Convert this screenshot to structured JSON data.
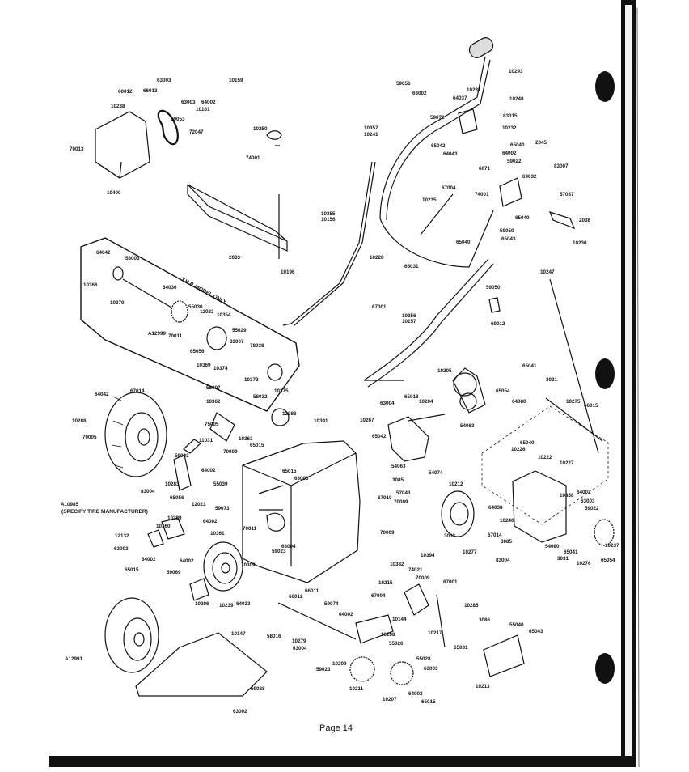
{
  "page": {
    "number_label": "Page 14"
  },
  "notes": {
    "thp_model": "T.H.P. MODEL ONLY",
    "specify_tire": "(SPECIFY TIRE MANUFACTURER)"
  },
  "part_labels": [
    "63003",
    "10159",
    "60012",
    "66013",
    "10238",
    "63003",
    "64002",
    "10161",
    "59053",
    "72047",
    "70013",
    "10400",
    "10250",
    "74001",
    "59056",
    "63002",
    "10231",
    "10293",
    "64037",
    "10248",
    "59072",
    "83015",
    "10357",
    "10241",
    "10232",
    "65042",
    "65040",
    "64043",
    "64002",
    "2045",
    "59022",
    "6071",
    "83007",
    "69032",
    "10235",
    "74001",
    "57037",
    "67004",
    "10355",
    "10156",
    "65040",
    "2038",
    "65040",
    "59050",
    "10230",
    "65043",
    "2033",
    "10196",
    "10228",
    "65031",
    "10247",
    "59050",
    "67001",
    "10356",
    "10157",
    "69012",
    "64042",
    "58003",
    "10366",
    "64036",
    "10370",
    "55030",
    "12023",
    "10354",
    "A12999",
    "70011",
    "55029",
    "83007",
    "78038",
    "65056",
    "10369",
    "10374",
    "10372",
    "58007",
    "10375",
    "58032",
    "64042",
    "67014",
    "10288",
    "70005",
    "10362",
    "75005",
    "11031",
    "70009",
    "10363",
    "65015",
    "12086",
    "10391",
    "10205",
    "65041",
    "65054",
    "3031",
    "64080",
    "10275",
    "66015",
    "63004",
    "65018",
    "10204",
    "54063",
    "10267",
    "65042",
    "54063",
    "65040",
    "10226",
    "10222",
    "10227",
    "A10985",
    "59003",
    "64002",
    "65015",
    "63003",
    "10283",
    "83004",
    "55039",
    "12023",
    "65056",
    "59073",
    "10389",
    "64002",
    "10360",
    "10361",
    "12132",
    "63003",
    "64002",
    "64002",
    "65015",
    "59069",
    "70011",
    "63004",
    "59023",
    "70009",
    "10206",
    "10239",
    "64033",
    "3085",
    "54074",
    "57043",
    "10212",
    "67010",
    "70009",
    "64038",
    "70009",
    "10382",
    "74021",
    "10394",
    "3003",
    "10277",
    "67014",
    "10240",
    "3085",
    "10358",
    "64002",
    "63003",
    "59022",
    "54080",
    "65041",
    "3031",
    "10276",
    "10237",
    "65054",
    "83004",
    "66011",
    "66012",
    "59074",
    "64002",
    "58016",
    "10279",
    "63004",
    "59023",
    "10208",
    "55026",
    "10209",
    "10211",
    "10207",
    "55028",
    "63003",
    "64002",
    "65015",
    "10215",
    "70009",
    "67004",
    "10144",
    "67001",
    "10217",
    "10285",
    "3086",
    "65031",
    "55040",
    "65043",
    "10213",
    "A12991",
    "10147",
    "59028",
    "63002"
  ]
}
